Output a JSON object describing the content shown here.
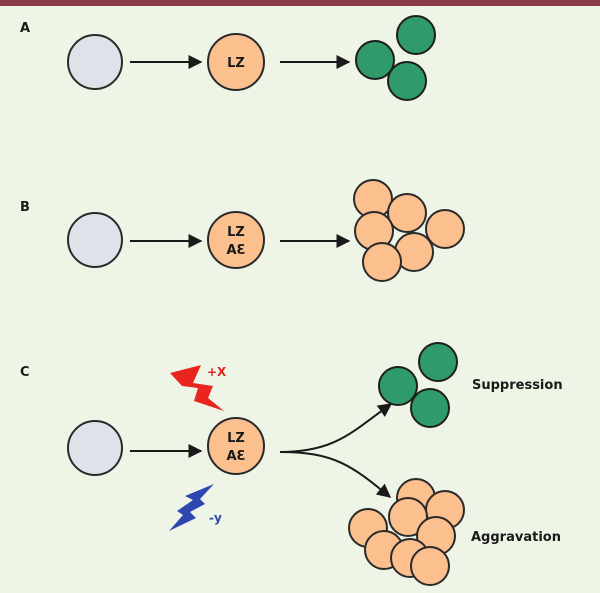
{
  "colors": {
    "background": "#eef5e6",
    "top_bar": "#8b3a4a",
    "progenitor_fill": "#dde3e8",
    "progenitor_stroke": "#2a2a2a",
    "orange_fill": "#fbc08e",
    "orange_stroke": "#2a2a2a",
    "green_fill": "#2f9a6c",
    "green_stroke": "#1e1e1e",
    "arrow": "#1a1a1a",
    "stim_x": "#e8261f",
    "stim_y": "#2f46b0"
  },
  "panels": {
    "a": {
      "label": "A",
      "cell_line1": "LZ"
    },
    "b": {
      "label": "B",
      "cell_line1": "LZ",
      "cell_line2": "AƐ"
    },
    "c": {
      "label": "C",
      "cell_line1": "LZ",
      "cell_line2": "AƐ",
      "stimulus_x": {
        "label": "+X",
        "icon": "lightning-bolt-icon"
      },
      "stimulus_y": {
        "label": "-y",
        "icon": "lightning-bolt-icon"
      },
      "outcome_top": "Suppression",
      "outcome_bottom": "Aggravation"
    }
  }
}
